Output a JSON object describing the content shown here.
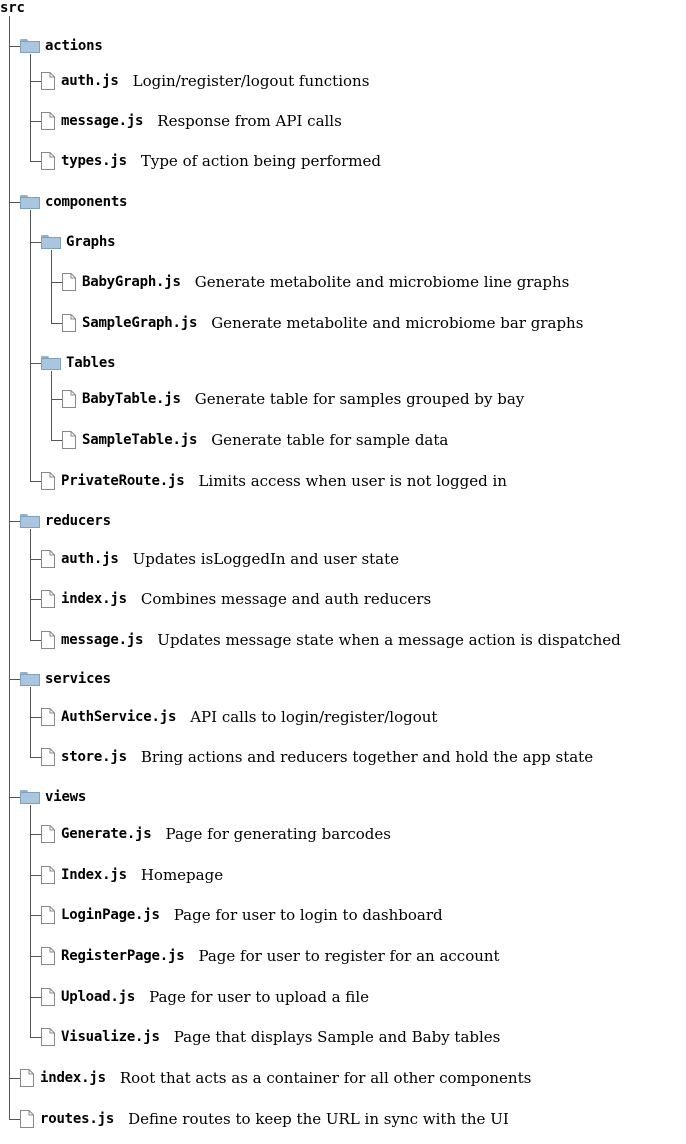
{
  "root": "src",
  "items": [
    {
      "depth": 1,
      "kind": "folder",
      "name": "actions",
      "desc": ""
    },
    {
      "depth": 2,
      "kind": "file",
      "name": "auth.js",
      "desc": "Login/register/logout functions"
    },
    {
      "depth": 2,
      "kind": "file",
      "name": "message.js",
      "desc": "Response from API calls"
    },
    {
      "depth": 2,
      "kind": "file",
      "name": "types.js",
      "desc": "Type of action being performed"
    },
    {
      "depth": 1,
      "kind": "folder",
      "name": "components",
      "desc": ""
    },
    {
      "depth": 2,
      "kind": "folder",
      "name": "Graphs",
      "desc": ""
    },
    {
      "depth": 3,
      "kind": "file",
      "name": "BabyGraph.js",
      "desc": "Generate metabolite and microbiome line graphs"
    },
    {
      "depth": 3,
      "kind": "file",
      "name": "SampleGraph.js",
      "desc": "Generate metabolite and microbiome bar graphs"
    },
    {
      "depth": 2,
      "kind": "folder",
      "name": "Tables",
      "desc": ""
    },
    {
      "depth": 3,
      "kind": "file",
      "name": "BabyTable.js",
      "desc": "Generate table for samples grouped by bay"
    },
    {
      "depth": 3,
      "kind": "file",
      "name": "SampleTable.js",
      "desc": "Generate table for sample data"
    },
    {
      "depth": 2,
      "kind": "file",
      "name": "PrivateRoute.js",
      "desc": "Limits access when user is not logged in"
    },
    {
      "depth": 1,
      "kind": "folder",
      "name": "reducers",
      "desc": ""
    },
    {
      "depth": 2,
      "kind": "file",
      "name": "auth.js",
      "desc": "Updates isLoggedIn and user state"
    },
    {
      "depth": 2,
      "kind": "file",
      "name": "index.js",
      "desc": "Combines message and auth reducers"
    },
    {
      "depth": 2,
      "kind": "file",
      "name": "message.js",
      "desc": "Updates message state when a message action is dispatched"
    },
    {
      "depth": 1,
      "kind": "folder",
      "name": "services",
      "desc": ""
    },
    {
      "depth": 2,
      "kind": "file",
      "name": "AuthService.js",
      "desc": "API calls to login/register/logout"
    },
    {
      "depth": 2,
      "kind": "file",
      "name": "store.js",
      "desc": "Bring actions and reducers together and hold the app state"
    },
    {
      "depth": 1,
      "kind": "folder",
      "name": "views",
      "desc": ""
    },
    {
      "depth": 2,
      "kind": "file",
      "name": "Generate.js",
      "desc": "Page for generating barcodes"
    },
    {
      "depth": 2,
      "kind": "file",
      "name": "Index.js",
      "desc": "Homepage"
    },
    {
      "depth": 2,
      "kind": "file",
      "name": "LoginPage.js",
      "desc": "Page for user to login to dashboard"
    },
    {
      "depth": 2,
      "kind": "file",
      "name": "RegisterPage.js",
      "desc": "Page for user to register for an account"
    },
    {
      "depth": 2,
      "kind": "file",
      "name": "Upload.js",
      "desc": "Page for user to upload a file"
    },
    {
      "depth": 2,
      "kind": "file",
      "name": "Visualize.js",
      "desc": "Page that displays Sample and Baby tables"
    },
    {
      "depth": 1,
      "kind": "file",
      "name": "index.js",
      "desc": "Root that acts as a container for all other components"
    },
    {
      "depth": 1,
      "kind": "file",
      "name": "routes.js",
      "desc": "Define routes to keep the URL in sync with the UI"
    }
  ],
  "colors": {
    "folder": "#a9c6de",
    "folder_border": "#7fa1bd",
    "line": "#555555",
    "file_outline": "#888888"
  }
}
